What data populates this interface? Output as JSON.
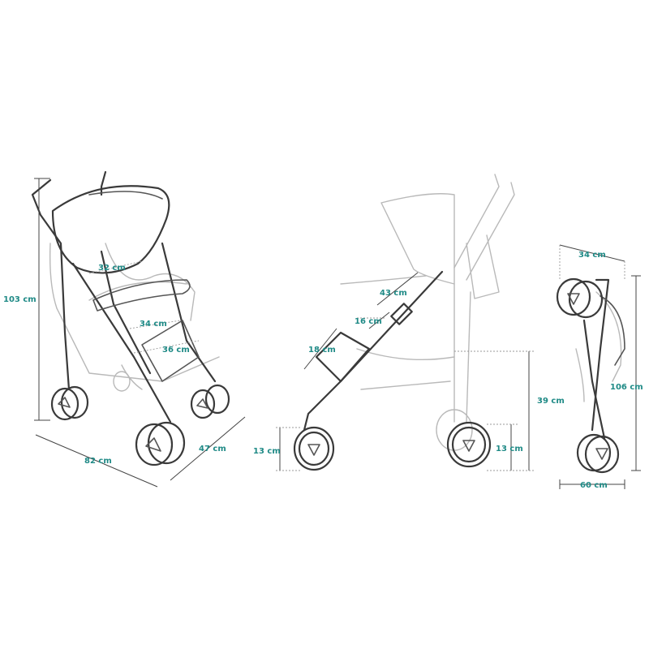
{
  "colors": {
    "label": "#1f8a86",
    "line_dark": "#3a3a3a",
    "line_light": "#b9b9b9",
    "background": "#ffffff"
  },
  "views": {
    "perspective": {
      "height_label": "103 cm",
      "length_label": "82 cm",
      "width_label": "47 cm",
      "canopy_label": "32 cm",
      "seat_width_label": "34 cm",
      "footrest_label": "36 cm"
    },
    "side": {
      "backrest_label": "43 cm",
      "seat_depth_label": "16 cm",
      "leg_rest_label": "18 cm",
      "seat_height_label": "39 cm",
      "front_wheel_label": "13 cm",
      "rear_wheel_label": "13 cm"
    },
    "folded": {
      "top_label": "34 cm",
      "height_label": "106 cm",
      "depth_label": "60 cm"
    }
  }
}
